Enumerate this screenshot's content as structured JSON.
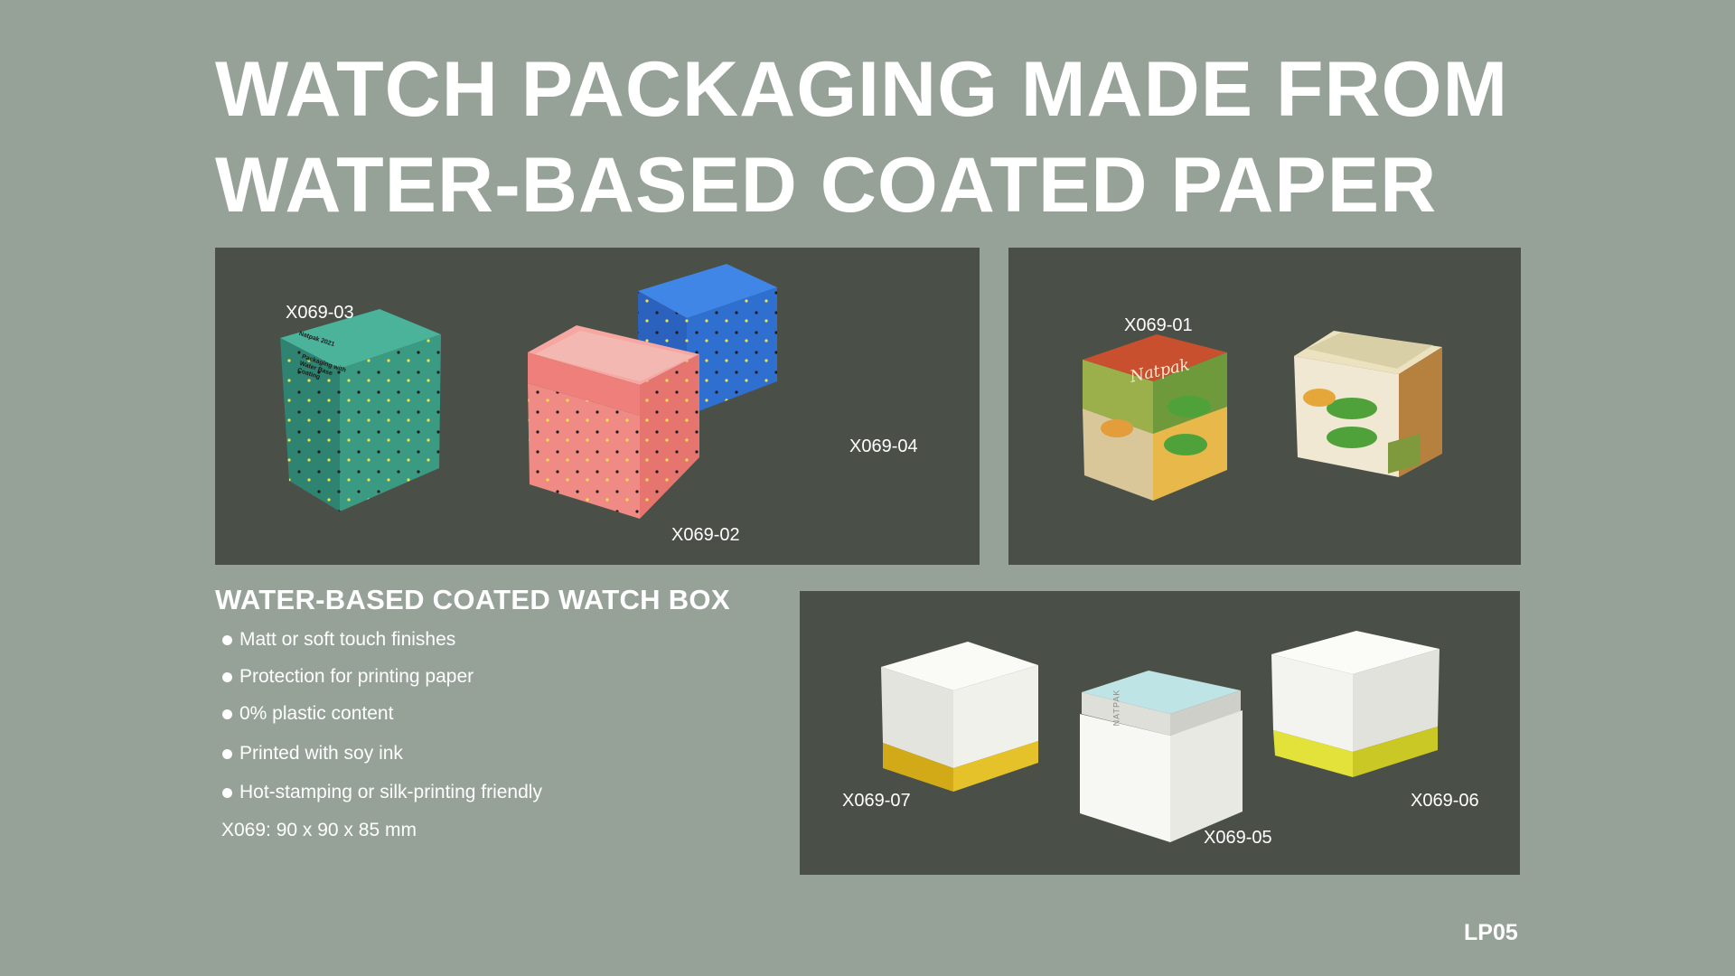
{
  "title": {
    "line1": "WATCH PACKAGING MADE FROM",
    "line2": "WATER-BASED COATED PAPER"
  },
  "photos": {
    "top_left": {
      "codes": [
        "X069-03",
        "X069-02",
        "X069-04"
      ],
      "box_text": [
        "Packaging with Water Base Coating",
        "Natpak 2021"
      ]
    },
    "top_right": {
      "codes": [
        "X069-01"
      ],
      "brand": "Natpak"
    },
    "bottom": {
      "codes": [
        "X069-07",
        "X069-05",
        "X069-06"
      ],
      "brand": "NATPAK"
    }
  },
  "section": {
    "heading": "WATER-BASED COATED WATCH BOX",
    "features": [
      "Matt or soft touch finishes",
      "Protection for printing paper",
      "0% plastic content",
      "Printed with soy ink",
      "Hot-stamping or silk-printing friendly"
    ],
    "dimensions": "X069: 90 x 90 x 85 mm"
  },
  "page_code": "LP05",
  "colors": {
    "background": "#96a298",
    "photo_backdrop": "#4a5048",
    "teal_box": "#3a9a82",
    "pink_box": "#f28b86",
    "blue_box": "#2f6fd0",
    "orange_lid": "#c8502e",
    "white_box": "#f2f2ee",
    "gold_base": "#d9b21c"
  }
}
